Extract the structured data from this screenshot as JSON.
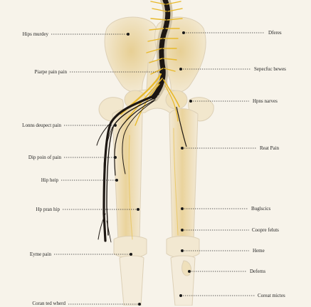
{
  "colors": {
    "background": "#f7f3ea",
    "bone": "#f3ead5",
    "bone_shade": "#e6d2a4",
    "bone_outline": "#ddd0b6",
    "marrow": "#e8cf91",
    "nerve_yellow": "#e8b92a",
    "nerve_dark": "#1d1712",
    "leader": "#2a2a2a"
  },
  "labels": {
    "left": [
      "Hips murdey",
      "Piarpe pain pain",
      "Lonns deupect pain",
      "Dip poin of pain",
      "Hip heip",
      "Hp pran hip",
      "Eyme pain",
      "Coran ted wherd"
    ],
    "right": [
      "Dferes",
      "Sepecfuc bewes",
      "Hpns narves",
      "Reat Pain",
      "Buglscics",
      "Coopre feluts",
      "Heme",
      "Deferns",
      "Coreat mictes"
    ]
  }
}
